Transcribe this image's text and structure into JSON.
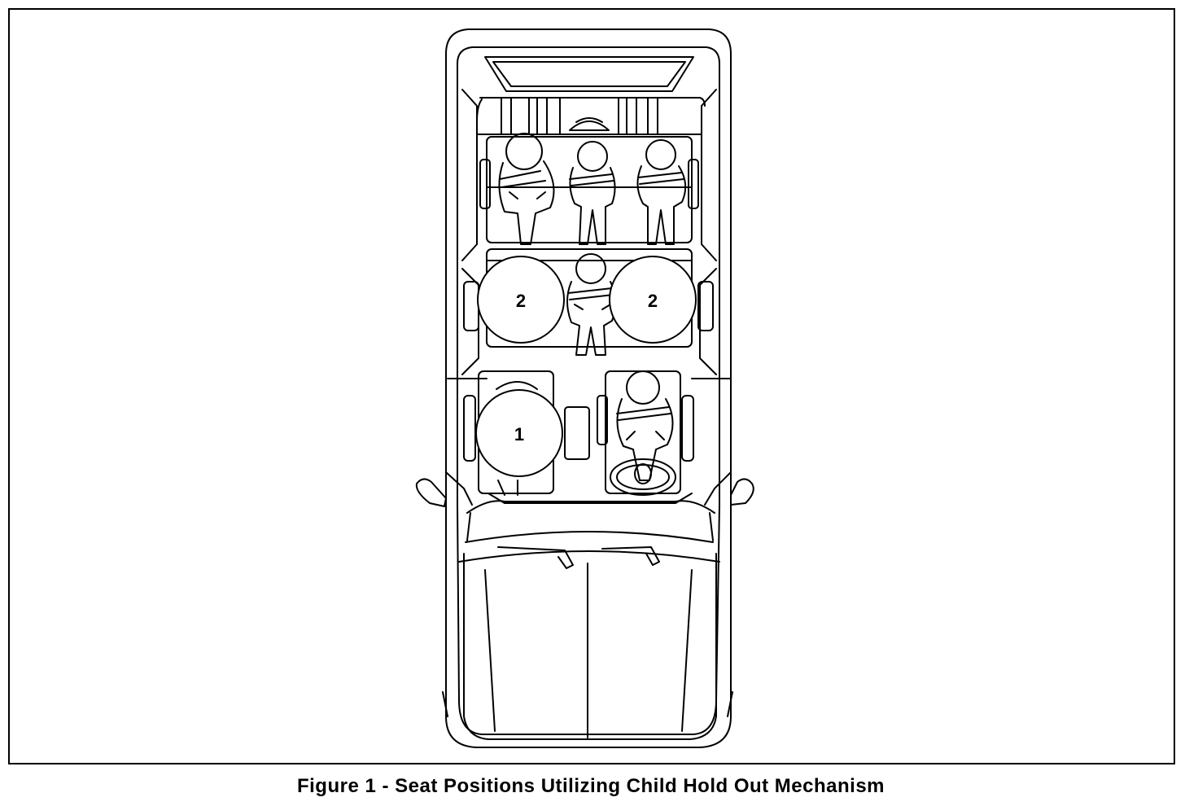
{
  "caption": "Figure 1 - Seat Positions Utilizing Child Hold Out Mechanism",
  "seat_markers": {
    "front_passenger": "1",
    "second_row_left": "2",
    "second_row_right": "2"
  },
  "colors": {
    "line": "#000000",
    "background": "#ffffff"
  }
}
